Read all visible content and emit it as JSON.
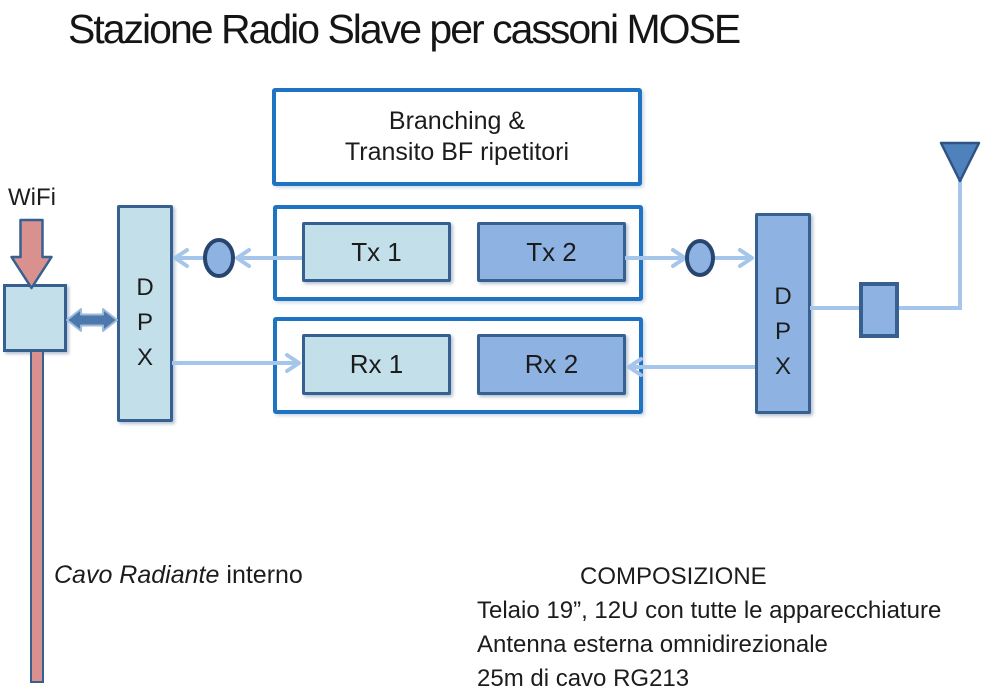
{
  "title": "Stazione Radio Slave per cassoni MOSE",
  "branching": {
    "line1": "Branching &",
    "line2": "Transito BF ripetitori"
  },
  "units": {
    "tx1": "Tx 1",
    "tx2": "Tx 2",
    "rx1": "Rx 1",
    "rx2": "Rx 2"
  },
  "dpx": {
    "left_text": "D\nP\nX",
    "right_text": "D\nP\nX"
  },
  "wifi_label": "WiFi",
  "cavo_radiante": {
    "italic_part": "Cavo Radiante",
    "normal_part": "interno"
  },
  "composition": {
    "heading": "COMPOSIZIONE",
    "lines": [
      "Telaio 19”, 12U con tutte le apparecchiature",
      "Antenna esterna omnidirezionale",
      "25m di cavo RG213"
    ]
  },
  "icons": {
    "antenna": "antenna-triangle-icon",
    "wifi_feed": "wifi-down-arrow-icon",
    "lan_link": "double-headed-arrow-icon"
  },
  "colors": {
    "container_border": "#1e73c3",
    "unit_border": "#35608f",
    "light_fill": "#c3e0ea",
    "medium_fill": "#8eb3e3",
    "connector_line": "#a5c6ea",
    "oval_border": "#27456f",
    "antenna_fill": "#4f81bd",
    "cable_fill": "#d9918f",
    "double_arrow_fill": "#4c78ae",
    "text": "#1c1c1c"
  }
}
